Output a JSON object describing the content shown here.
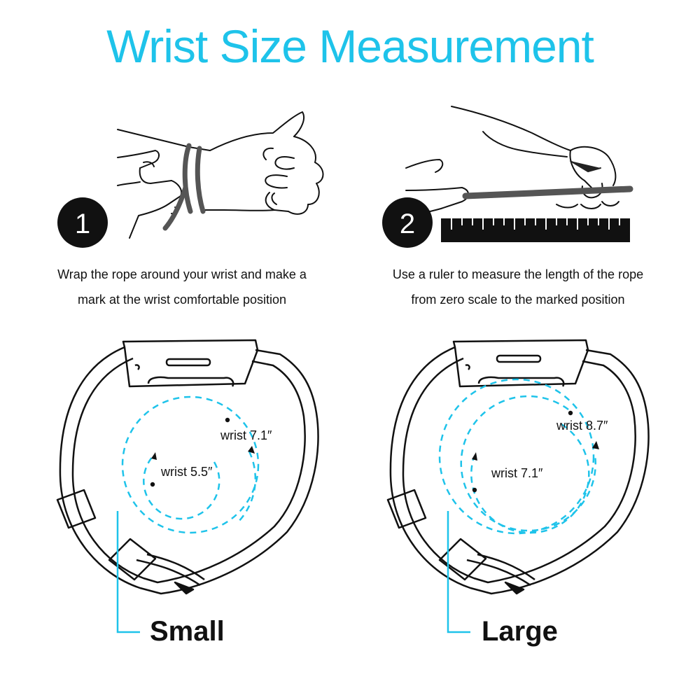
{
  "title": "Wrist Size Measurement",
  "colors": {
    "accent": "#1ec3ea",
    "ink": "#111111"
  },
  "steps": [
    {
      "number": "1",
      "line1": "Wrap the rope around your wrist and make a",
      "line2": "mark at the wrist comfortable position"
    },
    {
      "number": "2",
      "line1": "Use a ruler to measure the length of the rope",
      "line2": "from zero scale to the marked position"
    }
  ],
  "bands": [
    {
      "size": "Small",
      "outer_label": "wrist 7.1″",
      "inner_label": "wrist 5.5″"
    },
    {
      "size": "Large",
      "outer_label": "wrist 8.7″",
      "inner_label": "wrist 7.1″"
    }
  ]
}
